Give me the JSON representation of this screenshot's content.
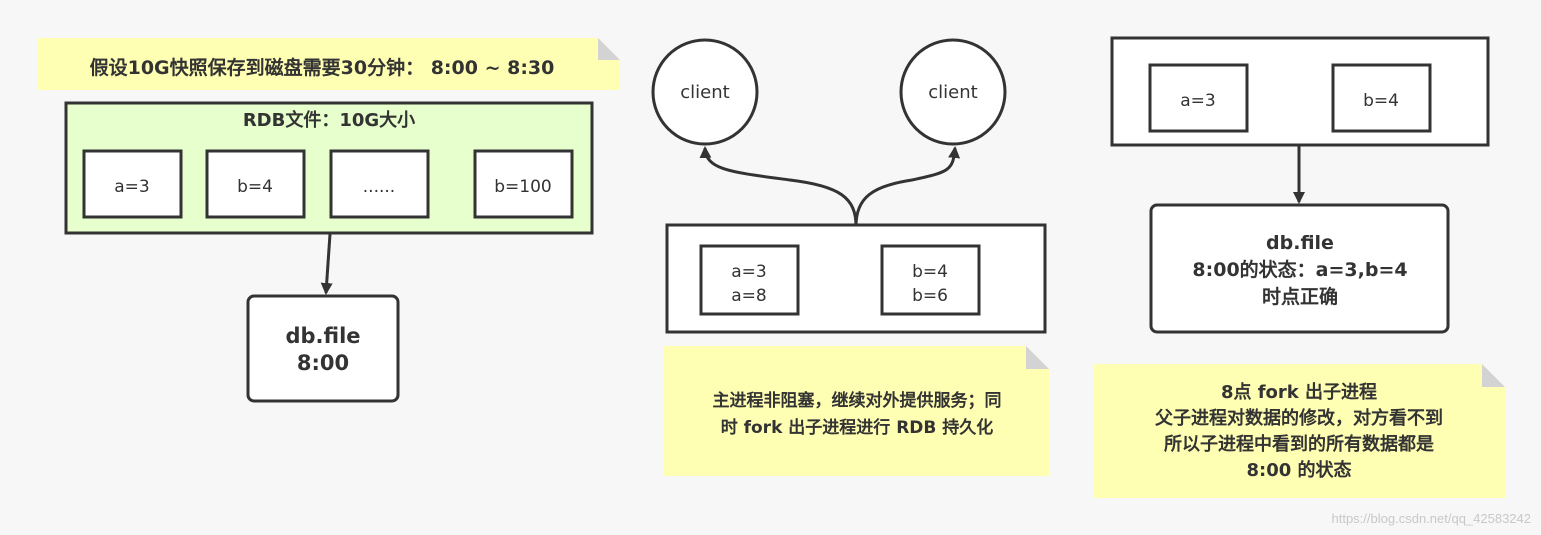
{
  "left": {
    "note": "假设10G快照保存到磁盘需要30分钟： 8:00 ~ 8:30",
    "rdb_title": "RDB文件：10G大小",
    "cells": [
      "a=3",
      "b=4",
      "......",
      "b=100"
    ],
    "dbfile_line1": "db.file",
    "dbfile_line2": "8:00"
  },
  "middle": {
    "client_left": "client",
    "client_right": "client",
    "cell_left_line1": "a=3",
    "cell_left_line2": "a=8",
    "cell_right_line1": "b=4",
    "cell_right_line2": "b=6",
    "note_line1": "主进程非阻塞，继续对外提供服务；同",
    "note_line2": "时 fork 出子进程进行 RDB 持久化"
  },
  "right": {
    "cell_left": "a=3",
    "cell_right": "b=4",
    "dbfile_line1": "db.file",
    "dbfile_line2": "8:00的状态：a=3,b=4",
    "dbfile_line3": "时点正确",
    "note_line1": "8点 fork 出子进程",
    "note_line2": "父子进程对数据的修改，对方看不到",
    "note_line3": "所以子进程中看到的所有数据都是",
    "note_line4": "8:00 的状态"
  },
  "watermark": "https://blog.csdn.net/qq_42583242"
}
